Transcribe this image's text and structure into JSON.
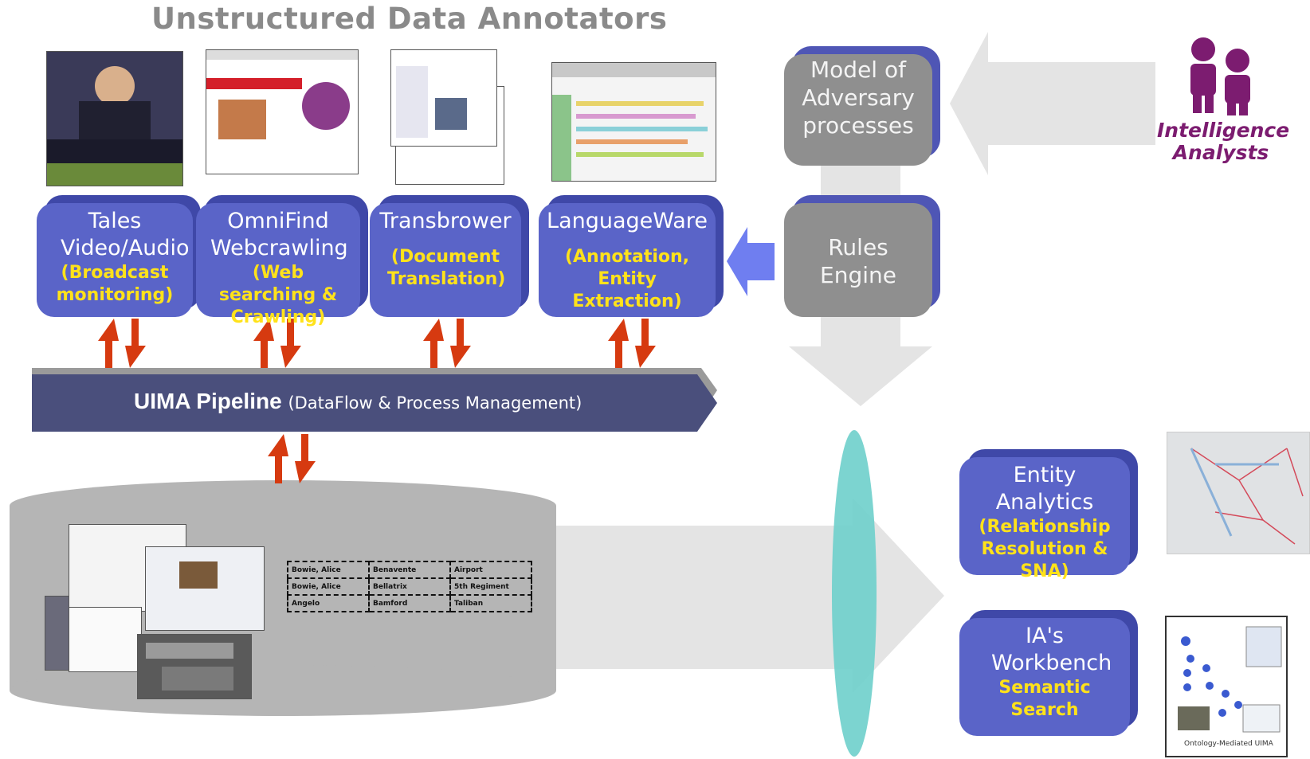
{
  "title": "Unstructured Data Annotators",
  "annotators": [
    {
      "name": "Tales Video/Audio",
      "detail": "(Broadcast monitoring)"
    },
    {
      "name": "OmniFind Webcrawling",
      "detail": "(Web searching & Crawling)"
    },
    {
      "name": "Transbrower",
      "detail": "(Document Translation)"
    },
    {
      "name": "LanguageWare",
      "detail": "(Annotation, Entity Extraction)"
    }
  ],
  "pipeline": {
    "label": "UIMA Pipeline",
    "sublabel": "(DataFlow & Process Management)"
  },
  "model_box": "Model of Adversary processes",
  "rules_box": "Rules Engine",
  "analysts_label": "Intelligence Analysts",
  "entity_box": {
    "name": "Entity Analytics",
    "detail": "(Relationship Resolution & SNA)"
  },
  "workbench_box": {
    "name": "IA's Workbench",
    "detail": "Semantic Search"
  },
  "table_cells": [
    [
      "Bowie, Alice",
      "Benavente",
      "Airport"
    ],
    [
      "Bowie, Alice",
      "Bellatrix",
      "5th Regiment"
    ],
    [
      "Angelo",
      "Bamford",
      "Taliban"
    ]
  ],
  "workbench_caption": "Ontology-Mediated UIMA",
  "colors": {
    "box_blue": "#5a64c8",
    "box_shadow": "#3f48a8",
    "yellow_text": "#ffe21a",
    "gray_box": "#8f8f8f",
    "pipeline": "#4a4f7c",
    "arrow_red": "#d63a10",
    "teal_lens": "#6ecfcb",
    "analyst_purple": "#7c1c70"
  }
}
